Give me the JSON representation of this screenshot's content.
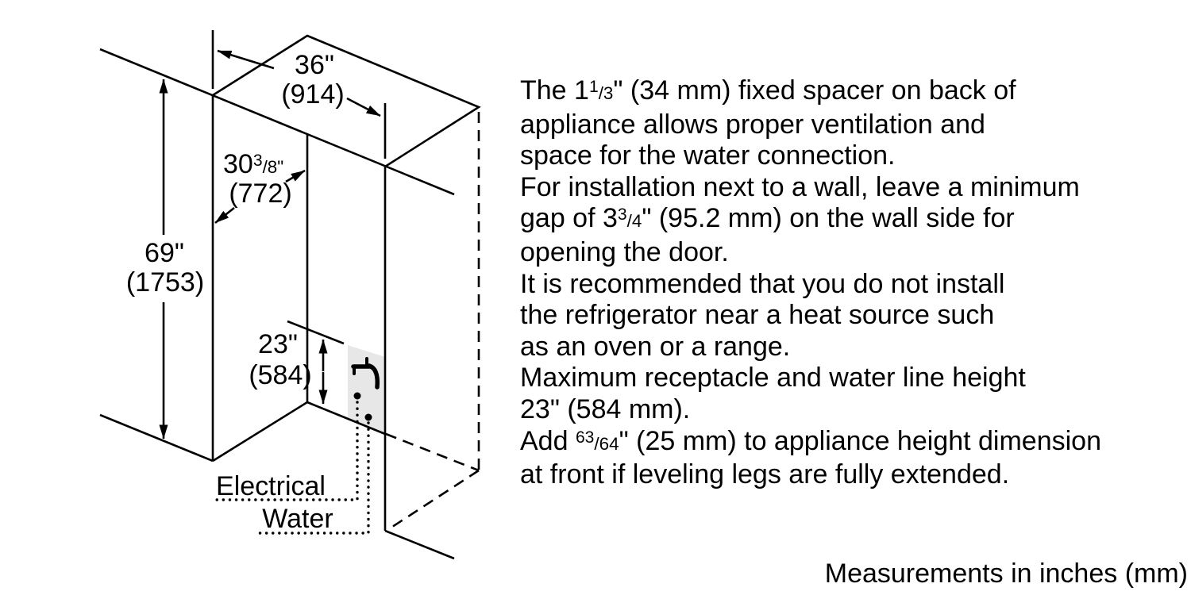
{
  "diagram": {
    "dim_width": {
      "in": "36\"",
      "mm": "(914)"
    },
    "dim_depth": {
      "num": "30",
      "sup": "3",
      "den": "/8\"",
      "mm": "(772)"
    },
    "dim_height": {
      "in": "69\"",
      "mm": "(1753)"
    },
    "dim_utility": {
      "in": "23\"",
      "mm": "(584)"
    },
    "electrical_label": "Electrical",
    "water_label": "Water",
    "icons": {
      "faucet": "faucet-icon",
      "electrical_outlet": "round-dot",
      "water_connection": "round-dot"
    },
    "colors": {
      "line": "#000000",
      "shading": "#e7e7e7"
    }
  },
  "note": {
    "lines": [
      {
        "pre": "The 1",
        "sup": "1",
        "den": "/3",
        "post": "\" (34 mm) fixed spacer on back of"
      },
      {
        "pre": "appliance allows proper ventilation and"
      },
      {
        "pre": "space for the water connection."
      },
      {
        "pre": "For installation next to a wall, leave a minimum"
      },
      {
        "pre": "gap of 3",
        "sup": "3",
        "den": "/4",
        "post": "\" (95.2 mm) on the wall side for"
      },
      {
        "pre": "opening the door."
      },
      {
        "pre": "It is recommended that you do not install"
      },
      {
        "pre": "the refrigerator near a heat source such"
      },
      {
        "pre": "as an oven or a range."
      },
      {
        "pre": "Maximum receptacle and water line height"
      },
      {
        "pre": "23\" (584 mm)."
      },
      {
        "pre": "Add ",
        "sup": "63",
        "den": "/64",
        "post": "\" (25 mm) to appliance height dimension"
      },
      {
        "pre": "at front if leveling legs are fully extended."
      }
    ]
  },
  "footer": {
    "text": "Measurements in inches (mm)"
  }
}
